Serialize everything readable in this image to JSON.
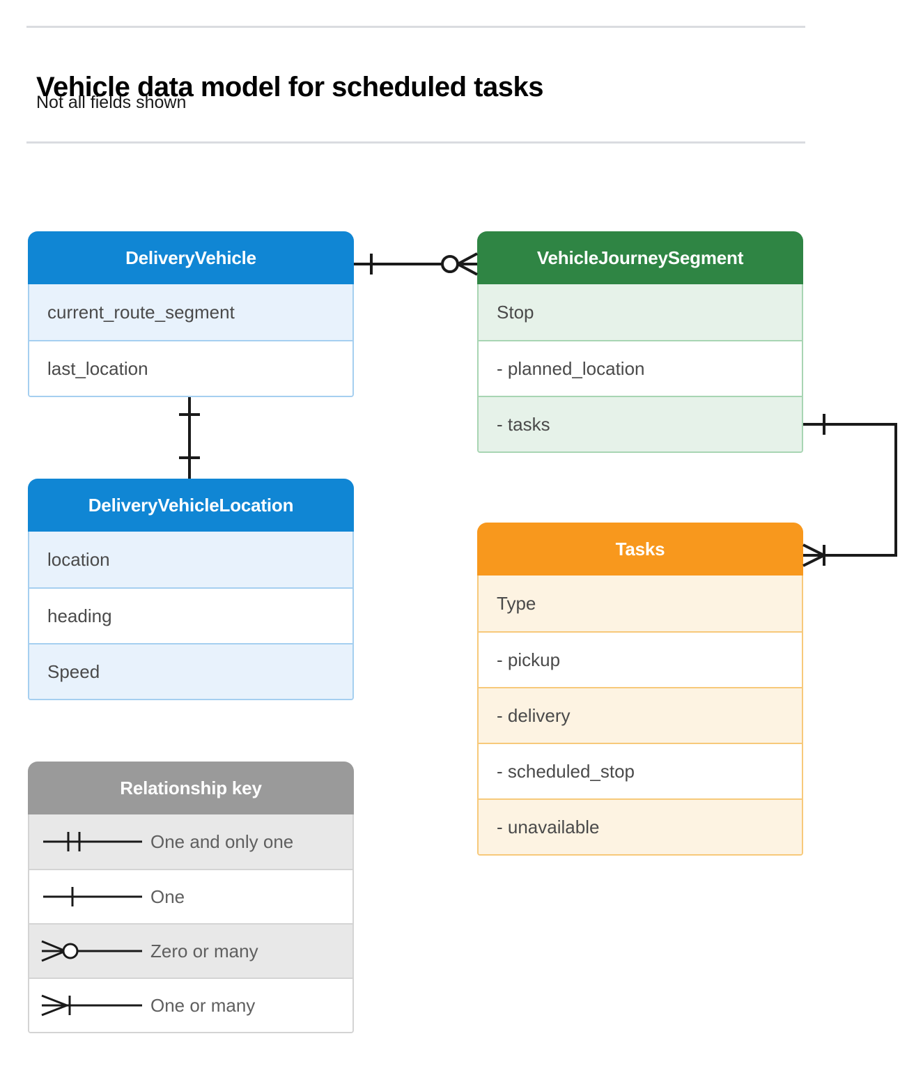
{
  "header": {
    "title": "Vehicle data model for scheduled tasks",
    "subtitle": "Not all fields shown"
  },
  "colors": {
    "blue_header": "#1086d4",
    "blue_row_shade": "#e8f2fc",
    "blue_border": "#a5cff0",
    "green_header": "#2f8544",
    "green_row_shade": "#e6f2e9",
    "green_border": "#a8d5b3",
    "orange_header": "#f8981d",
    "orange_row_shade": "#fdf3e2",
    "orange_border": "#f7c97a",
    "gray_header": "#9a9a9a",
    "gray_row_shade": "#e8e8e8",
    "connector": "#000000",
    "rule": "#dadce0",
    "field_text": "#4a4a4a"
  },
  "entities": [
    {
      "id": "delivery-vehicle",
      "name": "DeliveryVehicle",
      "color": "blue",
      "rows": [
        {
          "label": "current_route_segment"
        },
        {
          "label": "last_location"
        }
      ]
    },
    {
      "id": "vehicle-journey-segment",
      "name": "VehicleJourneySegment",
      "color": "green",
      "rows": [
        {
          "label": "Stop"
        },
        {
          "label": "-  planned_location"
        },
        {
          "label": "- tasks"
        }
      ]
    },
    {
      "id": "delivery-vehicle-location",
      "name": "DeliveryVehicleLocation",
      "color": "blue",
      "rows": [
        {
          "label": "location"
        },
        {
          "label": "heading"
        },
        {
          "label": "Speed"
        }
      ]
    },
    {
      "id": "tasks",
      "name": "Tasks",
      "color": "orange",
      "rows": [
        {
          "label": "Type"
        },
        {
          "label": "-  pickup"
        },
        {
          "label": "-  delivery"
        },
        {
          "label": "-  scheduled_stop"
        },
        {
          "label": "-  unavailable"
        }
      ]
    }
  ],
  "legend": {
    "title": "Relationship key",
    "items": [
      {
        "symbol": "one-and-only-one-icon",
        "label": "One and only one"
      },
      {
        "symbol": "one-icon",
        "label": "One"
      },
      {
        "symbol": "zero-or-many-icon",
        "label": "Zero or many"
      },
      {
        "symbol": "one-or-many-icon",
        "label": "One or many"
      }
    ]
  },
  "relationships": [
    {
      "id": "vehicle-to-journey-segment",
      "from": "DeliveryVehicle",
      "to": "VehicleJourneySegment",
      "from_cardinality": "One",
      "to_cardinality": "Zero or many"
    },
    {
      "id": "vehicle-to-vehicle-location",
      "from": "DeliveryVehicle",
      "to": "DeliveryVehicleLocation",
      "from_cardinality": "One",
      "to_cardinality": "One"
    },
    {
      "id": "journey-segment-tasks-to-tasks",
      "from": "VehicleJourneySegment",
      "to": "Tasks",
      "from_cardinality": "One",
      "to_cardinality": "One or many"
    }
  ]
}
